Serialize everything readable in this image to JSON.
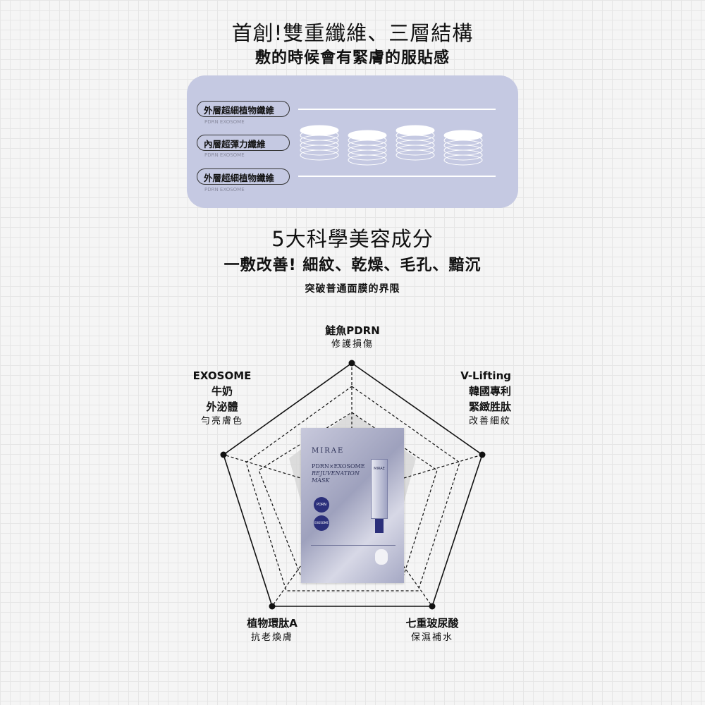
{
  "heading1": {
    "title": "首創!雙重纖維、三層結構",
    "subtitle": "敷的時候會有緊膚的服貼感"
  },
  "layers": [
    {
      "label": "外層超細植物纖維",
      "sub": "PDRN EXOSOME"
    },
    {
      "label": "內層超彈力纖維",
      "sub": "PDRN EXOSOME"
    },
    {
      "label": "外層超細植物纖維",
      "sub": "PDRN EXOSOME"
    }
  ],
  "heading2": {
    "title": "5大科學美容成分",
    "subtitle": "一敷改善! 細紋、乾燥、毛孔、黯沉",
    "tagline": "突破普通面膜的界限"
  },
  "ingredients": {
    "top": {
      "name": "鮭魚PDRN",
      "desc": "修護損傷"
    },
    "left": {
      "name1": "EXOSOME",
      "name2": "牛奶",
      "name3": "外泌體",
      "desc": "勻亮膚色"
    },
    "right": {
      "name1": "V-Lifting",
      "name2": "韓國專利",
      "name3": "緊緻胜肽",
      "desc": "改善細紋"
    },
    "bottom_left": {
      "name": "植物環肽A",
      "desc": "抗老煥膚"
    },
    "bottom_right": {
      "name": "七重玻尿酸",
      "desc": "保濕補水"
    }
  },
  "product": {
    "brand": "MIRAE",
    "line1": "PDRN×EXOSOME",
    "line2": "REJUVENATION",
    "line3": "MASK",
    "badge1": "PDRN",
    "badge2": "EXOSOME",
    "ampoule": "MIRAE"
  },
  "colors": {
    "panel": "#c5c9e2",
    "navy": "#2b2f7a"
  }
}
